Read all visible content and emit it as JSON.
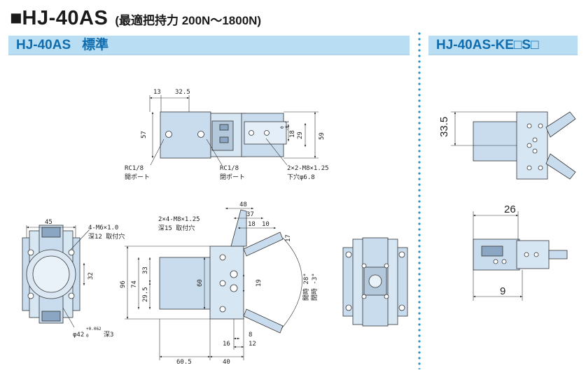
{
  "header": {
    "mark": "■",
    "model": "HJ-40AS",
    "subtitle": "(最適把持力 200N～1800N)"
  },
  "sections": {
    "left_label": "HJ-40AS",
    "left_std": "標準",
    "right_label": "HJ-40AS-KE□S□"
  },
  "dims": {
    "d13": "13",
    "d32_5": "32.5",
    "d57": "57",
    "d59": "59",
    "d29": "29",
    "d18_0": "18",
    "d18_sup": "0",
    "d18_sub": "-0.1",
    "rc1": "RC1/8",
    "port1": "開ポート",
    "rc2": "RC1/8",
    "port2": "閉ポート",
    "m8a": "2×2-M8×1.25",
    "m8a_2": "下穴φ6.8",
    "d45": "45",
    "m6": "4-M6×1.0",
    "m6_2": "深12 取付穴",
    "d32": "32",
    "phi42": "φ42",
    "phi42_sup": "+0.062",
    "phi42_sub": "0",
    "phi42_depth": "深3",
    "m8b": "2×4-M8×1.25",
    "m8b_2": "深15 取付穴",
    "d48": "48",
    "d37": "37",
    "d18": "18",
    "d10": "10",
    "d17": "17",
    "d96": "96",
    "d74": "74",
    "d33": "33",
    "d29_5": "29.5",
    "d60": "60",
    "d19": "19",
    "open": "開時 28°",
    "close": "閉時 -3°",
    "d8": "8",
    "d16": "16",
    "d12": "12",
    "d60_5": "60.5",
    "d40": "40",
    "d33_5": "33.5",
    "d26": "26",
    "d9": "9"
  }
}
